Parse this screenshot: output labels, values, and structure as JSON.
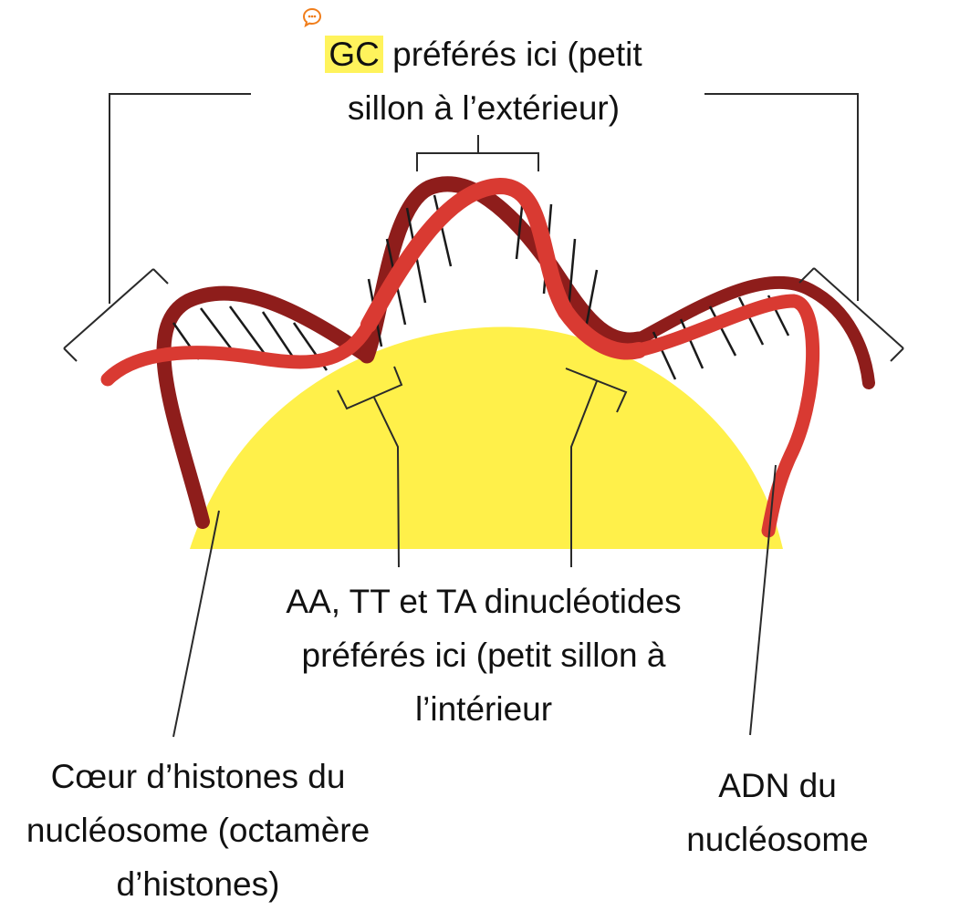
{
  "labels": {
    "top": {
      "highlight": "GC",
      "line1_rest": " préférés ici (petit",
      "line2": "sillon à l’extérieur)"
    },
    "middle": {
      "line1": "AA, TT et TA dinucléotides",
      "line2": "préférés ici (petit sillon à",
      "line3": "l’intérieur"
    },
    "core": {
      "line1": "Cœur d’histones du",
      "line2": "nucléosome (octamère",
      "line3": "d’histones)"
    },
    "dna": {
      "line1": "ADN du",
      "line2": "nucléosome"
    }
  },
  "colors": {
    "histone_core": "#fff04a",
    "strand_front": "#d93a32",
    "strand_back": "#8e1d1b",
    "base_pairs": "#1a1a1a",
    "highlight": "#fff35c",
    "comment_icon": "#f07d1a"
  },
  "icons": [
    "comment-icon"
  ]
}
